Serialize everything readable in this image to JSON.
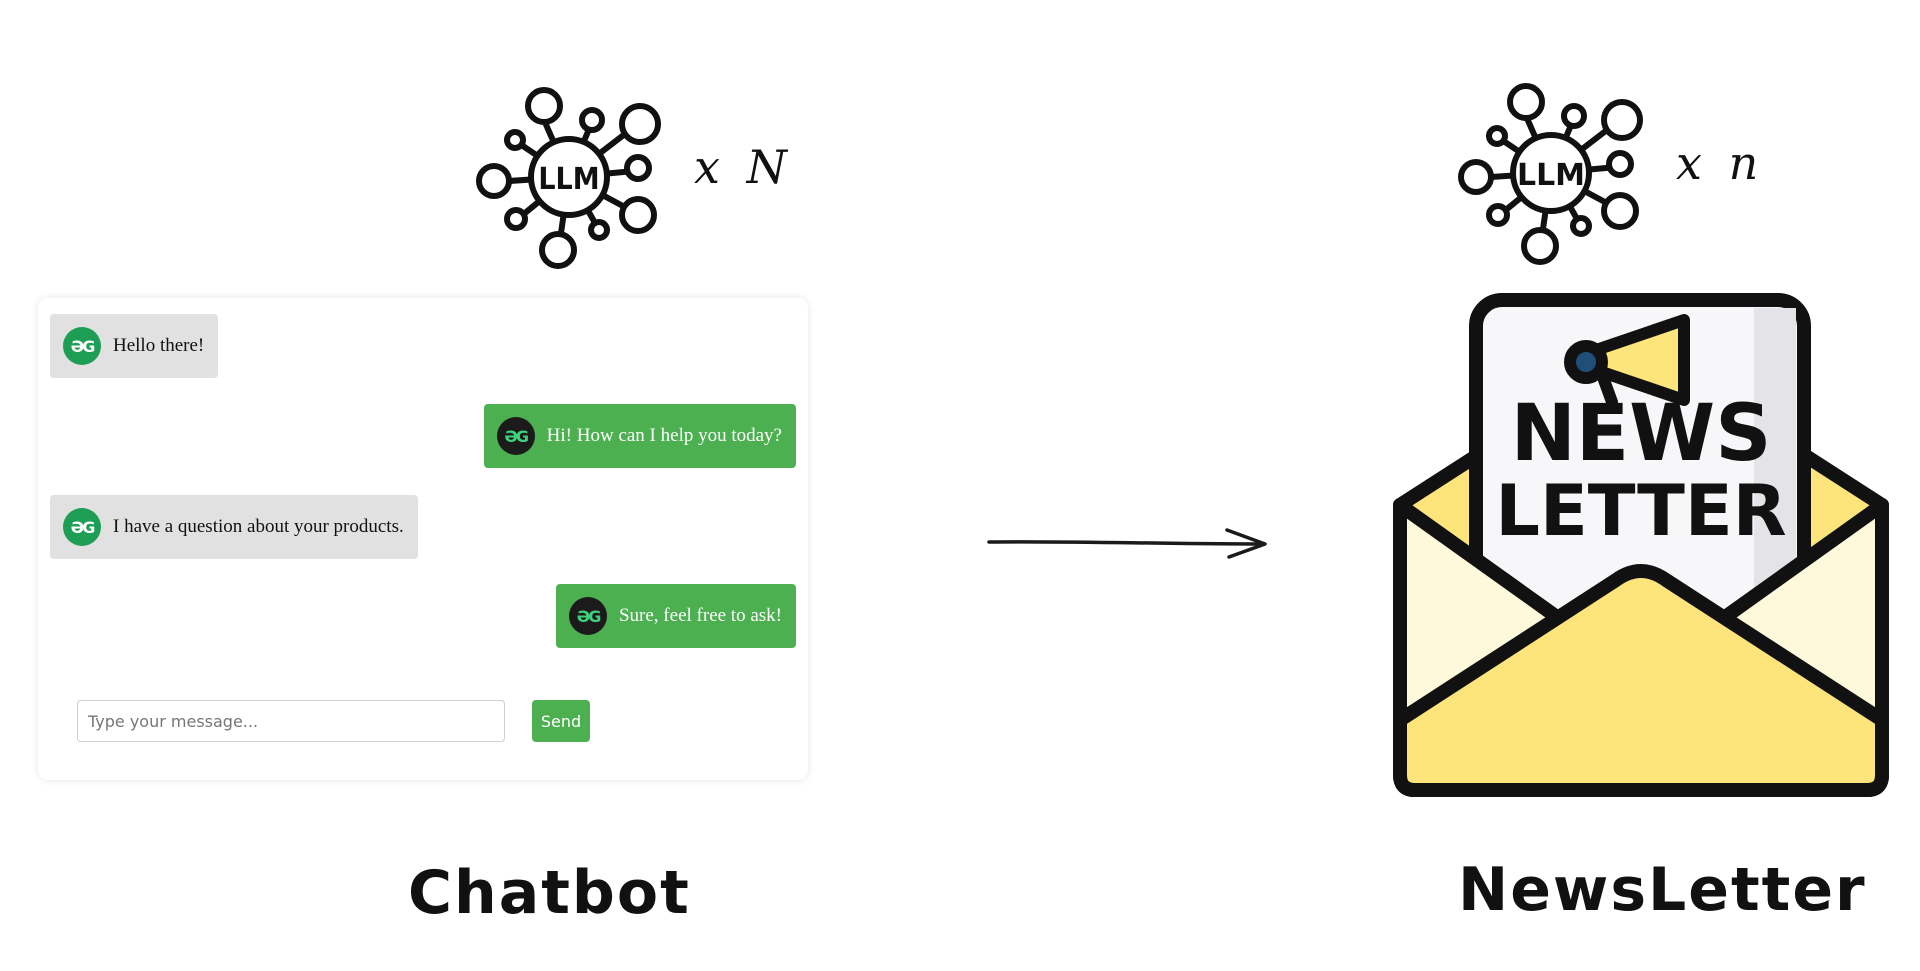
{
  "chatbot": {
    "llm_label": "LLM",
    "multiplier": "x N",
    "messages": [
      {
        "role": "bot",
        "avatar": "ƏG",
        "text": "Hello there!"
      },
      {
        "role": "user",
        "avatar": "ƏG",
        "text": "Hi! How can I help you today?"
      },
      {
        "role": "bot",
        "avatar": "ƏG",
        "text": "I have a question about your products."
      },
      {
        "role": "user",
        "avatar": "ƏG",
        "text": "Sure, feel free to ask!"
      }
    ],
    "input_placeholder": "Type your message...",
    "send_label": "Send",
    "caption": "Chatbot"
  },
  "newsletter": {
    "llm_label": "LLM",
    "multiplier": "x n",
    "line1": "NEWS",
    "line2": "LETTER",
    "caption": "NewsLetter"
  },
  "colors": {
    "user_bubble": "#4caf50",
    "bot_bubble": "#e1e1e1",
    "avatar_green": "#1e9e55",
    "envelope_yellow": "#fde47b"
  }
}
